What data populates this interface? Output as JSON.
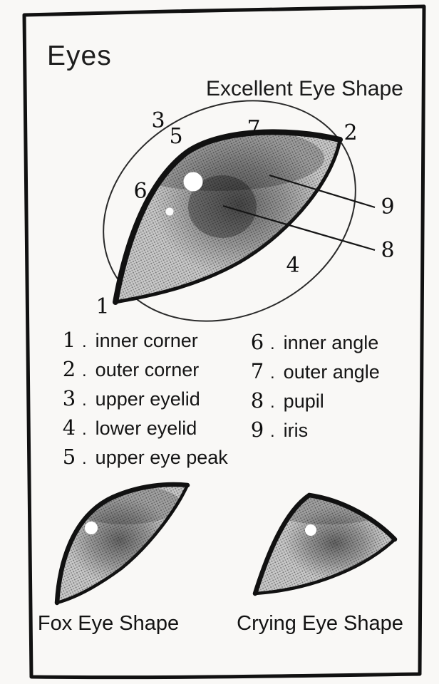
{
  "page": {
    "title": "Eyes",
    "heading": "Excellent Eye Shape"
  },
  "diagram": {
    "numbers": [
      "1",
      "2",
      "3",
      "4",
      "5",
      "6",
      "7",
      "8",
      "9"
    ]
  },
  "legend": {
    "separator": ".",
    "left": [
      {
        "num": "1",
        "label": "inner corner"
      },
      {
        "num": "2",
        "label": "outer corner"
      },
      {
        "num": "3",
        "label": "upper eyelid"
      },
      {
        "num": "4",
        "label": "lower eyelid"
      },
      {
        "num": "5",
        "label": "upper eye peak"
      }
    ],
    "right": [
      {
        "num": "6",
        "label": "inner angle"
      },
      {
        "num": "7",
        "label": "outer angle"
      },
      {
        "num": "8",
        "label": "pupil"
      },
      {
        "num": "9",
        "label": "iris"
      }
    ]
  },
  "shapes": {
    "fox_label": "Fox Eye Shape",
    "crying_label": "Crying Eye Shape"
  },
  "colors": {
    "ink": "#141414",
    "paper": "#f9f8f6",
    "eye_base": "#c9c9c9",
    "eye_dot": "#7a7a7a"
  }
}
